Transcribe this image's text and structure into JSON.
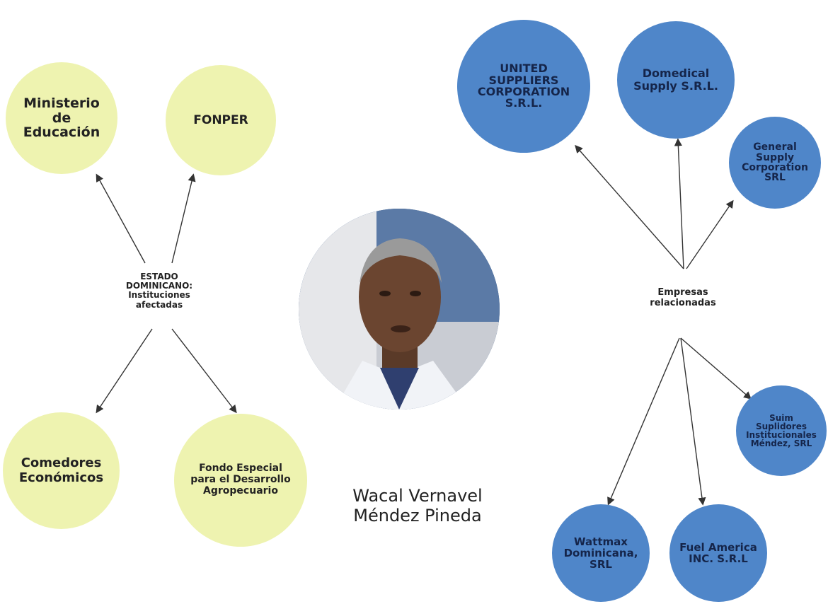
{
  "left_hub": {
    "label": "ESTADO\nDOMINICANO:\nInstituciones\nafectadas"
  },
  "right_hub": {
    "label": "Empresas\nrelacionadas"
  },
  "institutions": [
    {
      "label": "Ministerio\nde\nEducación"
    },
    {
      "label": "FONPER"
    },
    {
      "label": "Comedores\nEconómicos"
    },
    {
      "label": "Fondo Especial\npara el Desarrollo\nAgropecuario"
    }
  ],
  "companies": [
    {
      "label": "UNITED\nSUPPLIERS\nCORPORATION\nS.R.L."
    },
    {
      "label": "Domedical\nSupply S.R.L."
    },
    {
      "label": "General\nSupply\nCorporation\nSRL"
    },
    {
      "label": "Suim\nSuplidores\nInstitucionales\nMéndez, SRL"
    },
    {
      "label": "Fuel America\nINC. S.R.L"
    },
    {
      "label": "Wattmax\nDominicana,\nSRL"
    }
  ],
  "person": {
    "name": "Wacal Vernavel\nMéndez Pineda"
  },
  "colors": {
    "institution_fill": "#eef3b0",
    "company_fill": "#4f86c9"
  }
}
